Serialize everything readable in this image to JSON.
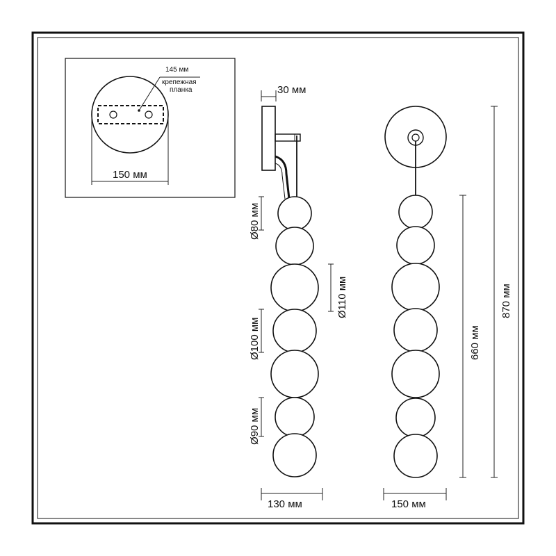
{
  "colors": {
    "stroke": "#111111",
    "background": "#ffffff"
  },
  "inset": {
    "plate_dim": "145 мм",
    "plate_label_line1": "крепежная",
    "plate_label_line2": "планка",
    "base_dim": "150 мм"
  },
  "side_view": {
    "depth_dim": "30 мм",
    "dia_80": "Ø80 мм",
    "dia_110": "Ø110 мм",
    "dia_100": "Ø100 мм",
    "dia_90": "Ø90 мм",
    "width_dim": "130 мм"
  },
  "front_view": {
    "height_660": "660 мм",
    "height_870": "870 мм",
    "width_dim": "150 мм"
  }
}
